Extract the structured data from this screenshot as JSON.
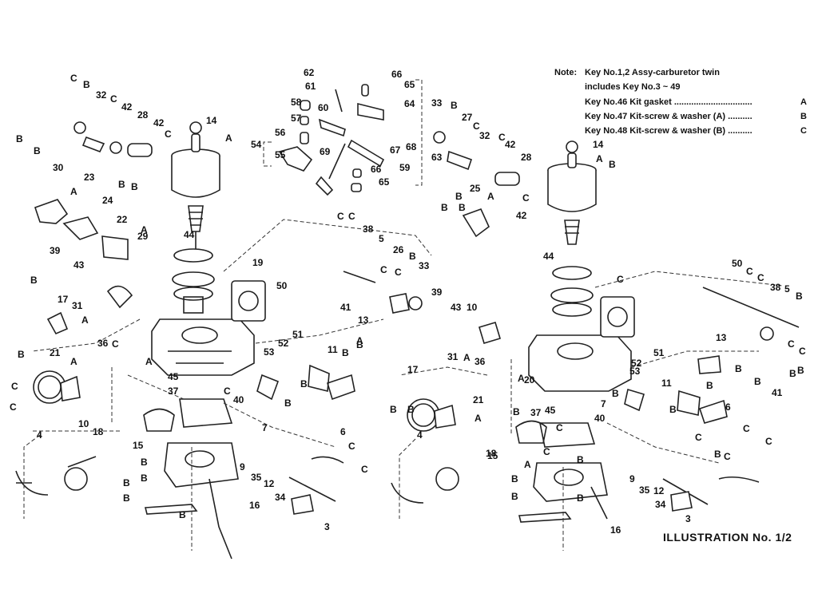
{
  "note": {
    "label": "Note:",
    "lines": [
      {
        "text": "Key No.1,2 Assy-carburetor twin",
        "code": ""
      },
      {
        "text": "includes Key No.3 ~ 49",
        "code": ""
      },
      {
        "text": "Key No.46 Kit gasket ................................",
        "code": "A"
      },
      {
        "text": "Key No.47 Kit-screw & washer (A) ..........",
        "code": "B"
      },
      {
        "text": "Key No.48 Kit-screw & washer (B) ..........",
        "code": "C"
      }
    ]
  },
  "caption": "ILLUSTRATION No. 1/2",
  "callouts": {
    "left": [
      "C",
      "B",
      "32",
      "C",
      "42",
      "28",
      "42",
      "C",
      "14",
      "A",
      "B",
      "B",
      "30",
      "23",
      "24",
      "A",
      "22",
      "B",
      "B",
      "29",
      "44",
      "A",
      "19",
      "50",
      "39",
      "43",
      "B",
      "17",
      "31",
      "A",
      "36",
      "C",
      "B",
      "21",
      "A",
      "C",
      "C",
      "10",
      "4",
      "18",
      "45",
      "37",
      "A",
      "15",
      "40",
      "C",
      "B",
      "B",
      "B",
      "B",
      "B",
      "16",
      "9",
      "35",
      "12",
      "34",
      "3",
      "7",
      "6",
      "11",
      "B",
      "B",
      "C",
      "C",
      "51",
      "52",
      "53",
      "B",
      "B",
      "41",
      "13",
      "C",
      "C",
      "38",
      "5",
      "26",
      "B",
      "33",
      "C",
      "C",
      "A"
    ],
    "top": [
      "62",
      "61",
      "66",
      "65",
      "58",
      "57",
      "56",
      "54",
      "55",
      "60",
      "69",
      "64",
      "67",
      "68",
      "66",
      "59",
      "65",
      "63"
    ],
    "right": [
      "33",
      "B",
      "27",
      "C",
      "32",
      "C",
      "42",
      "28",
      "14",
      "A",
      "B",
      "B",
      "25",
      "A",
      "B",
      "B",
      "42",
      "C",
      "44",
      "39",
      "43",
      "10",
      "31",
      "A",
      "36",
      "17",
      "B",
      "B",
      "20",
      "A",
      "B",
      "37",
      "45",
      "21",
      "A",
      "4",
      "18",
      "15",
      "A",
      "B",
      "B",
      "B",
      "B",
      "16",
      "C",
      "C",
      "B",
      "B",
      "9",
      "35",
      "12",
      "34",
      "3",
      "C",
      "B",
      "C",
      "C",
      "40",
      "7",
      "11",
      "B",
      "6",
      "C",
      "51",
      "52",
      "53",
      "13",
      "B",
      "B",
      "41",
      "C",
      "50",
      "C",
      "C",
      "38",
      "5",
      "B",
      "C",
      "C",
      "B",
      "B"
    ]
  }
}
